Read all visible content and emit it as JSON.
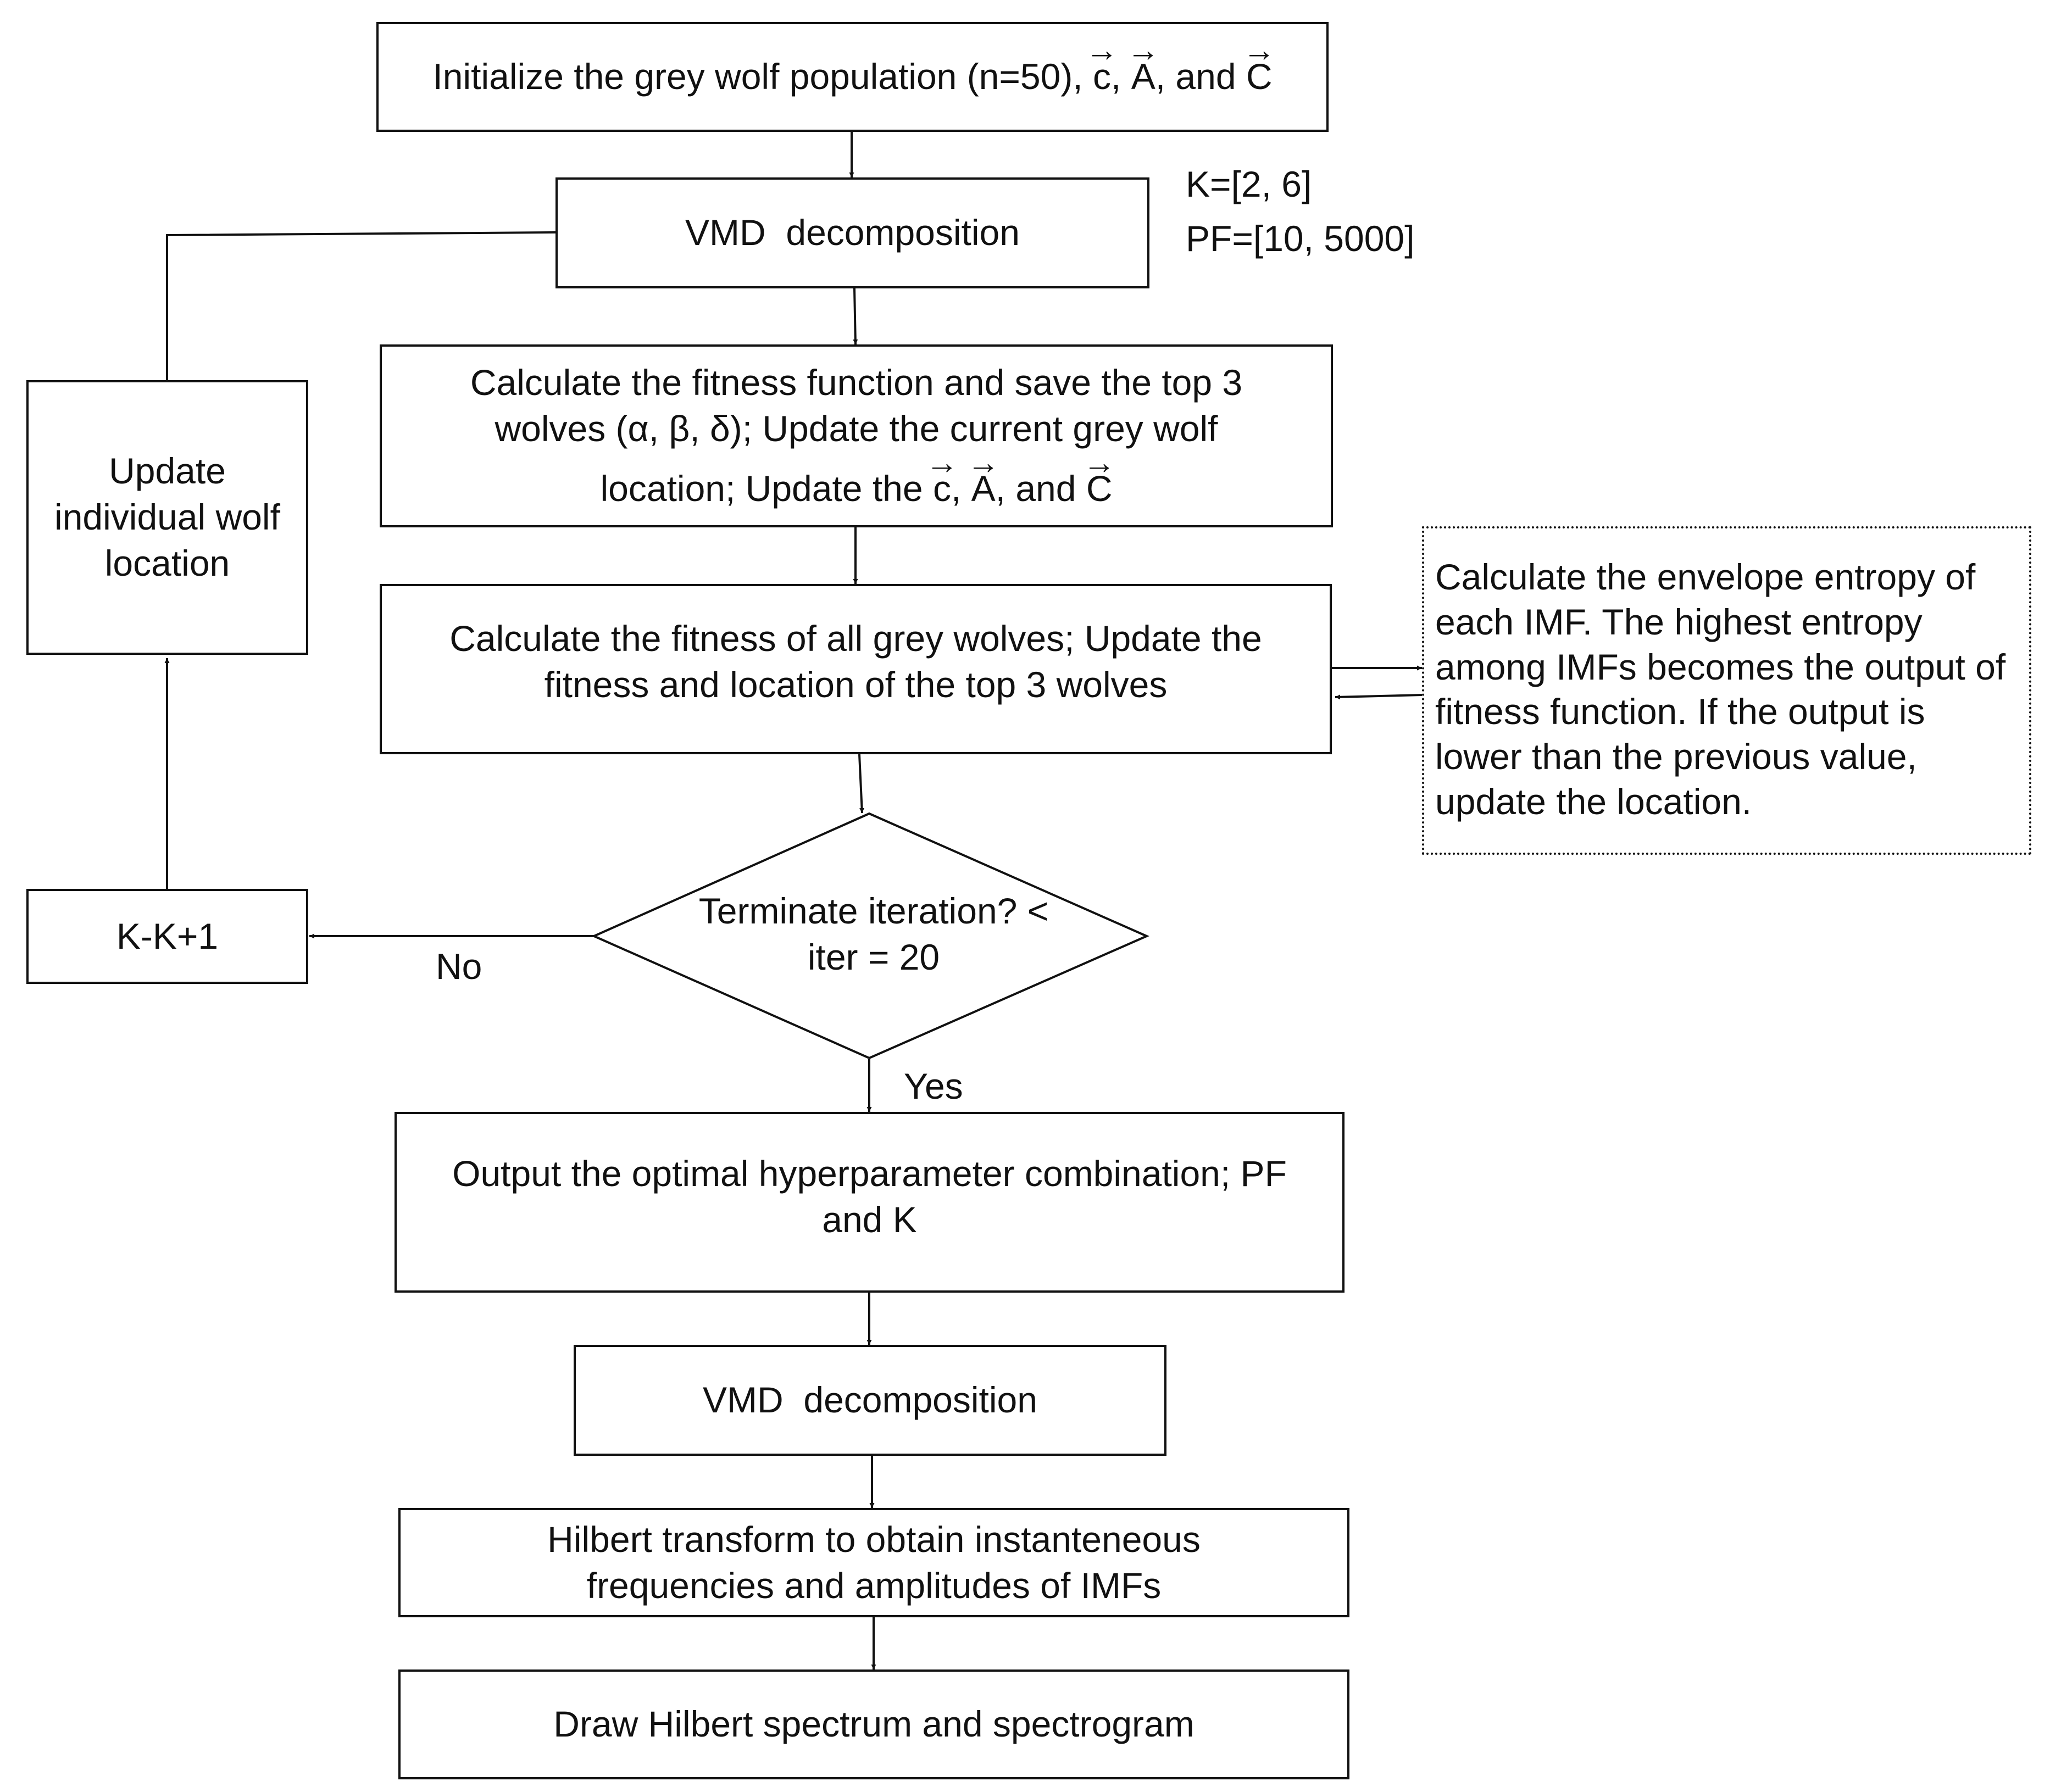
{
  "nodes": {
    "init": {
      "text": "Initialize the grey wolf population (n=50),",
      "vec1": "c",
      "vec2": "A",
      "and": "and",
      "vec3": "C"
    },
    "vmd1": {
      "text": "VMD  decomposition"
    },
    "params": {
      "k_range": "K=[2, 6]",
      "pf_range": "PF=[10, 5000]"
    },
    "calc_fitness": {
      "line1": "Calculate the fitness function and save the top 3",
      "line2": "wolves (α, β, δ); Update the current grey wolf",
      "line3_prefix": "location; Update the",
      "vec1": "c",
      "vec2": "A",
      "and": "and",
      "vec3": "C"
    },
    "update_individual": {
      "text": "Update individual wolf location"
    },
    "calc_all": {
      "text": "Calculate the fitness of all grey wolves; Update the fitness and location of the top 3 wolves"
    },
    "envelope_note": {
      "text": "Calculate the envelope entropy of each IMF. The highest entropy among IMFs becomes the output of fitness function. If the output is lower than the previous value, update the location."
    },
    "terminate": {
      "text": "Terminate iteration? < iter = 20"
    },
    "k_increment": {
      "text": "K-K+1"
    },
    "label_no": {
      "text": "No"
    },
    "label_yes": {
      "text": "Yes"
    },
    "output": {
      "text": "Output the optimal hyperparameter combination; PF  and K"
    },
    "vmd2": {
      "text": "VMD  decomposition"
    },
    "hilbert": {
      "text": "Hilbert transform to obtain instanteneous frequencies and amplitudes of IMFs"
    },
    "draw": {
      "text": "Draw Hilbert spectrum and spectrogram"
    }
  },
  "colors": {
    "stroke": "#111111",
    "background": "#ffffff"
  }
}
